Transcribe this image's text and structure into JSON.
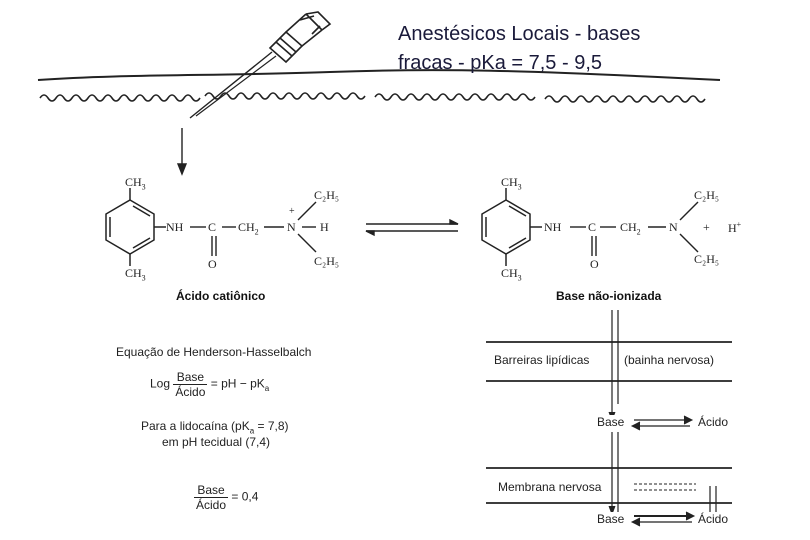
{
  "title": {
    "line1": "Anestésicos Locais - bases",
    "line2": "fracas - pKa = 7,5 - 9,5"
  },
  "left_molecule": {
    "ch3_top": "CH",
    "ch3_bottom": "CH",
    "nh": "NH",
    "c": "C",
    "ch2": "CH",
    "n": "N",
    "n_charge": "+",
    "h": "H",
    "c2h5_top": "C₂H₅",
    "c2h5_bottom": "C₂H₅",
    "o": "O",
    "caption": "Ácido catiônico"
  },
  "right_molecule": {
    "ch3_top": "CH",
    "ch3_bottom": "CH",
    "nh": "NH",
    "c": "C",
    "ch2": "CH",
    "n": "N",
    "c2h5_top": "C₂H₅",
    "c2h5_bottom": "C₂H₅",
    "o": "O",
    "plus": "+",
    "h_plus": "H",
    "caption": "Base não-ionizada"
  },
  "henderson": {
    "heading": "Equação de Henderson-Hasselbalch",
    "log": "Log",
    "base": "Base",
    "acid": "Ácido",
    "rhs": "= pH − pK",
    "rhs_sub": "a",
    "lido_line1_a": "Para a lidocaína (pK",
    "lido_line1_sub": "a",
    "lido_line1_b": " = 7,8)",
    "lido_line2": "em pH tecidual (7,4)",
    "ratio_base": "Base",
    "ratio_acid": "Ácido",
    "ratio_value": "= 0,4"
  },
  "membranes": {
    "lipid_barrier": "Barreiras lipídicas",
    "nerve_sheath": "(bainha nervosa)",
    "base_mid": "Base",
    "acid_mid": "Ácido",
    "nerve_membrane": "Membrana nervosa",
    "base_bottom": "Base",
    "acid_bottom": "Ácido"
  }
}
